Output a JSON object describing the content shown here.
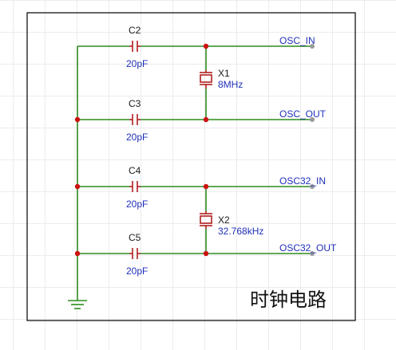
{
  "colors": {
    "wire": "#2e8b1f",
    "component": "#b02020",
    "junction": "#cc1111",
    "net_text": "#1f2fb8",
    "ref_text": "#1b1b1b",
    "pin": "#9a9a9a",
    "frame": "#000000"
  },
  "diagram": {
    "title": "时钟电路",
    "components": [
      {
        "ref": "C2",
        "value": "20pF",
        "type": "capacitor"
      },
      {
        "ref": "C3",
        "value": "20pF",
        "type": "capacitor"
      },
      {
        "ref": "C4",
        "value": "20pF",
        "type": "capacitor"
      },
      {
        "ref": "C5",
        "value": "20pF",
        "type": "capacitor"
      },
      {
        "ref": "X1",
        "value": "8MHz",
        "type": "crystal"
      },
      {
        "ref": "X2",
        "value": "32.768kHz",
        "type": "crystal"
      }
    ],
    "nets": [
      {
        "label": "OSC_IN"
      },
      {
        "label": "OSC_OUT"
      },
      {
        "label": "OSC32_IN"
      },
      {
        "label": "OSC32_OUT"
      }
    ],
    "ground_icon": "ground-symbol-icon"
  }
}
